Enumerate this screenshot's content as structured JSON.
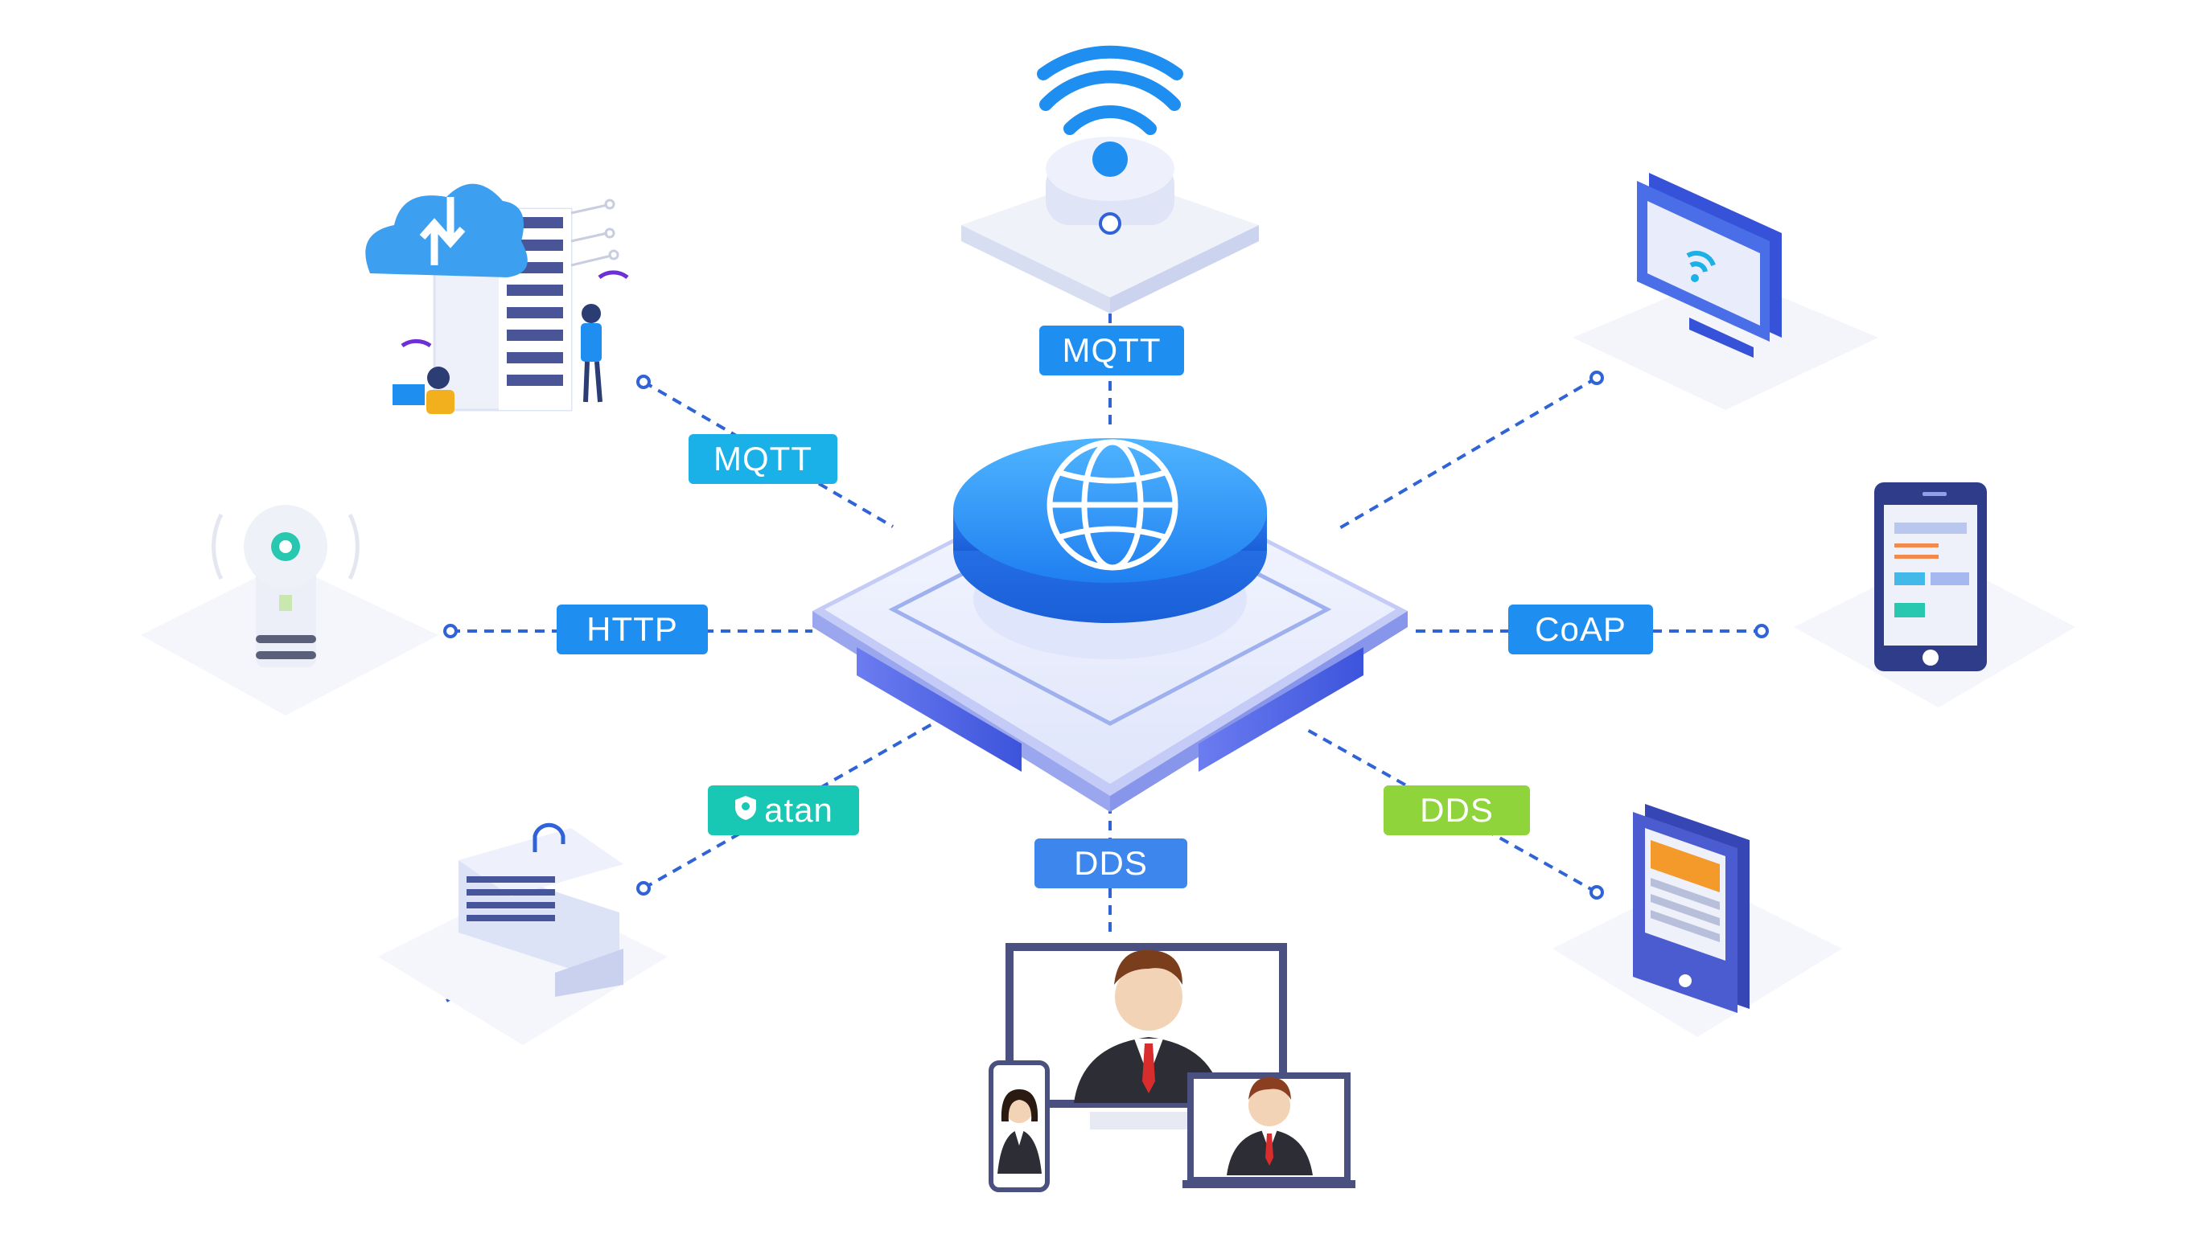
{
  "diagram": {
    "hub": {
      "icon": "globe-icon"
    },
    "labels": {
      "mqtt_top": "MQTT",
      "mqtt_left": "MQTT",
      "http": "HTTP",
      "coap": "CoAP",
      "dds_bottom": "DDS",
      "dds_right": "DDS",
      "atan": "atan"
    },
    "colors": {
      "primary_blue": "#1e8ef0",
      "cyan": "#1ab0e8",
      "teal": "#19c7b5",
      "green": "#8ed43a",
      "line_blue": "#2f63d6"
    },
    "devices": [
      {
        "name": "cloud-server-icon"
      },
      {
        "name": "wifi-router-icon"
      },
      {
        "name": "monitor-icon"
      },
      {
        "name": "sensor-icon"
      },
      {
        "name": "smartphone-icon"
      },
      {
        "name": "network-switch-icon"
      },
      {
        "name": "tablet-icon"
      },
      {
        "name": "video-conference-icon"
      }
    ]
  }
}
